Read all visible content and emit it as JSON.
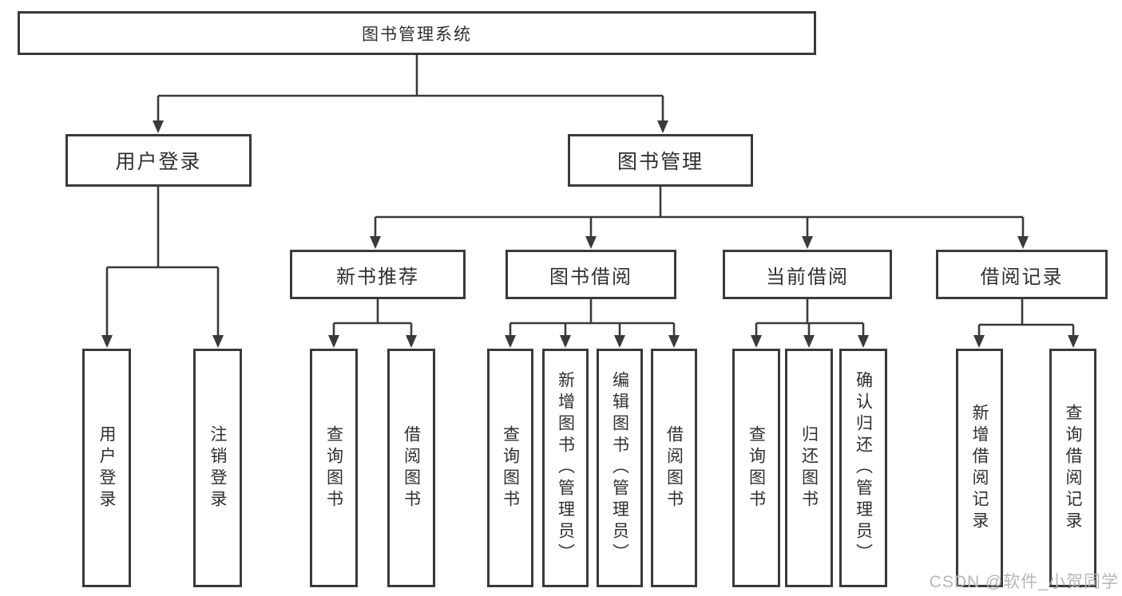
{
  "tree": {
    "label": "图书管理系统",
    "children": [
      {
        "label": "用户登录",
        "children": [
          {
            "label": "用户登录"
          },
          {
            "label": "注销登录"
          }
        ]
      },
      {
        "label": "图书管理",
        "children": [
          {
            "label": "新书推荐",
            "children": [
              {
                "label": "查询图书"
              },
              {
                "label": "借阅图书"
              }
            ]
          },
          {
            "label": "图书借阅",
            "children": [
              {
                "label": "查询图书"
              },
              {
                "label": "新增图书（管理员）"
              },
              {
                "label": "编辑图书（管理员）"
              },
              {
                "label": "借阅图书"
              }
            ]
          },
          {
            "label": "当前借阅",
            "children": [
              {
                "label": "查询图书"
              },
              {
                "label": "归还图书"
              },
              {
                "label": "确认归还（管理员）"
              }
            ]
          },
          {
            "label": "借阅记录",
            "children": [
              {
                "label": "新增借阅记录"
              },
              {
                "label": "查询借阅记录"
              }
            ]
          }
        ]
      }
    ]
  },
  "watermark": {
    "text": "CSDN @软件_小贺同学"
  },
  "colors": {
    "line": "#3a3a3a",
    "box_border": "#3a3a3a",
    "text": "#2f2f2f",
    "watermark": "#b6b6b6",
    "background": "#ffffff"
  }
}
